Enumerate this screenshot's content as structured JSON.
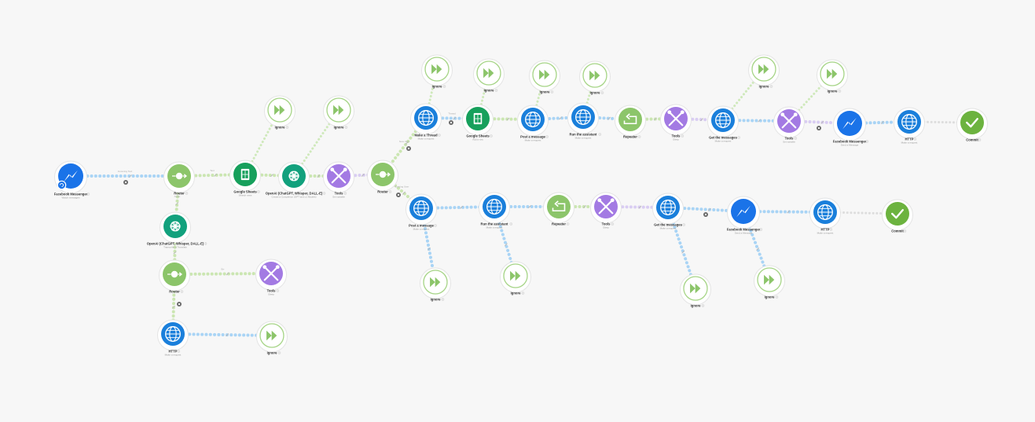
{
  "scenario": {
    "nodes": [
      {
        "id": "fb1",
        "type": "messenger",
        "label": "Facebook Messenger",
        "sub": "Watch messages"
      },
      {
        "id": "router1",
        "type": "router",
        "label": "Router"
      },
      {
        "id": "sheets1",
        "type": "sheets",
        "label": "Google Sheets",
        "sub": "Search rows"
      },
      {
        "id": "openai1",
        "type": "openai",
        "label": "OpenAI (ChatGPT, Whisper, DALL-E)",
        "sub": "Create a Completion (GPT and o1 Models)"
      },
      {
        "id": "tools1",
        "type": "tools",
        "label": "Tools",
        "sub": "Set variable"
      },
      {
        "id": "router2",
        "type": "router",
        "label": "Router"
      },
      {
        "id": "ign1",
        "type": "ignore",
        "label": "Ignore"
      },
      {
        "id": "ign2",
        "type": "ignore",
        "label": "Ignore"
      },
      {
        "id": "openai2",
        "type": "openai",
        "label": "OpenAI (ChatGPT, Whisper, DALL-E)",
        "sub": "Transcribe a Translate"
      },
      {
        "id": "router3",
        "type": "router",
        "label": "Router"
      },
      {
        "id": "tools2",
        "type": "tools",
        "label": "Tools",
        "sub": "Sleep"
      },
      {
        "id": "http1",
        "type": "http",
        "label": "HTTP",
        "sub": "Make a request"
      },
      {
        "id": "ign3",
        "type": "ignore",
        "label": "Ignore"
      },
      {
        "id": "thread",
        "type": "http",
        "label": "Make a Thread",
        "sub": "Make a request"
      },
      {
        "id": "sheets2",
        "type": "sheets",
        "label": "Google Sheets",
        "sub": "Add a row"
      },
      {
        "id": "post1",
        "type": "http",
        "label": "Post a message",
        "sub": "Make a request"
      },
      {
        "id": "run1",
        "type": "http",
        "label": "Run the assistant",
        "sub": "Make a request"
      },
      {
        "id": "rep1",
        "type": "repeater",
        "label": "Repeater",
        "sub": ""
      },
      {
        "id": "tools3",
        "type": "tools",
        "label": "Tools",
        "sub": "Sleep"
      },
      {
        "id": "get1",
        "type": "http",
        "label": "Get the messages",
        "sub": "Make a request"
      },
      {
        "id": "tools4",
        "type": "tools",
        "label": "Tools",
        "sub": "Set variable"
      },
      {
        "id": "fb2",
        "type": "messenger",
        "label": "Facebook Messenger",
        "sub": "Send a Message"
      },
      {
        "id": "http2",
        "type": "http",
        "label": "HTTP",
        "sub": "Make a request"
      },
      {
        "id": "commit1",
        "type": "commit",
        "label": "Commit"
      },
      {
        "id": "ign_t1",
        "type": "ignore",
        "label": "Ignore"
      },
      {
        "id": "ign_t2",
        "type": "ignore",
        "label": "Ignore"
      },
      {
        "id": "ign_t3",
        "type": "ignore",
        "label": "Ignore"
      },
      {
        "id": "ign_t4",
        "type": "ignore",
        "label": "Ignore"
      },
      {
        "id": "ign_t5",
        "type": "ignore",
        "label": "Ignore"
      },
      {
        "id": "ign_t6",
        "type": "ignore",
        "label": "Ignore"
      },
      {
        "id": "post2",
        "type": "http",
        "label": "Post a message",
        "sub": "Make a request"
      },
      {
        "id": "run2",
        "type": "http",
        "label": "Run the assistant",
        "sub": "Make a request"
      },
      {
        "id": "rep2",
        "type": "repeater",
        "label": "Repeater",
        "sub": ""
      },
      {
        "id": "tools5",
        "type": "tools",
        "label": "Tools",
        "sub": "Sleep"
      },
      {
        "id": "get2",
        "type": "http",
        "label": "Get the messages",
        "sub": "Make a request"
      },
      {
        "id": "fb3",
        "type": "messenger",
        "label": "Facebook Messenger",
        "sub": "Send a Message"
      },
      {
        "id": "http3",
        "type": "http",
        "label": "HTTP",
        "sub": "Make a request"
      },
      {
        "id": "commit2",
        "type": "commit",
        "label": "Commit"
      },
      {
        "id": "ign_b1",
        "type": "ignore",
        "label": "Ignore"
      },
      {
        "id": "ign_b2",
        "type": "ignore",
        "label": "Ignore"
      },
      {
        "id": "ign_b3",
        "type": "ignore",
        "label": "Ignore"
      },
      {
        "id": "ign_b4",
        "type": "ignore",
        "label": "Ignore"
      }
    ],
    "edge_labels": {
      "e_fb_router": "Incoming Text",
      "e_router_sheets": "Text",
      "e_router_down": "Audio",
      "e_r3_tools": "Err",
      "e_r2_top": "New User",
      "e_r2_bottom": "Existing User",
      "e_thread_sheets": "Thread"
    },
    "colors": {
      "messenger": "#1a73e8",
      "http": "#1a7fdb",
      "router": "#8cc56a",
      "sheets": "#17a05c",
      "openai": "#12a17d",
      "tools": "#a37ae3",
      "repeater": "#8cc56a",
      "ignore": "#8cc56a",
      "commit": "#6cb33f"
    }
  }
}
